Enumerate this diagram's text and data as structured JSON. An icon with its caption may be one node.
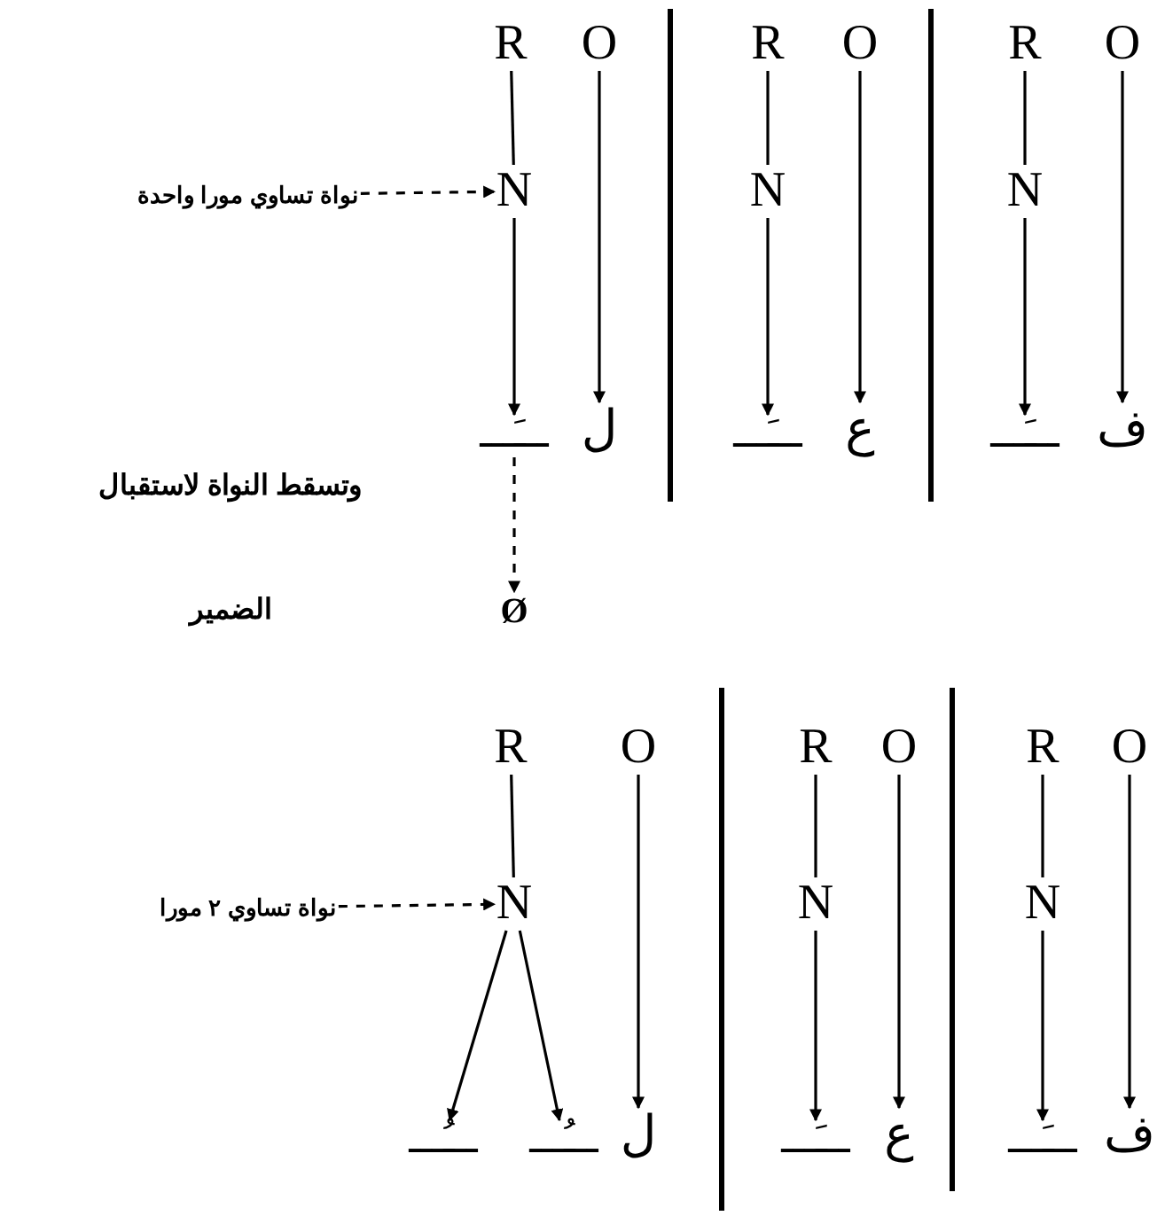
{
  "diagram": {
    "nodes": [
      {
        "text": [
          "R"
        ]
      },
      {
        "text": [
          "O"
        ]
      },
      {
        "text": [
          "N"
        ]
      },
      {
        "text": [
          "نواة تساوي مورا واحدة"
        ]
      },
      {
        "text": [
          "ـــَـــ"
        ]
      },
      {
        "text": [
          "ل"
        ]
      },
      {
        "text": [
          "R"
        ]
      },
      {
        "text": [
          "O"
        ]
      },
      {
        "text": [
          "N"
        ]
      },
      {
        "text": [
          "ـــَـــ"
        ]
      },
      {
        "text": [
          "ع"
        ]
      },
      {
        "text": [
          "R"
        ]
      },
      {
        "text": [
          "O"
        ]
      },
      {
        "text": [
          "N"
        ]
      },
      {
        "text": [
          "ـــَـــ"
        ]
      },
      {
        "text": [
          "ف"
        ]
      },
      {
        "text": [
          "Ø"
        ]
      },
      {
        "text": [
          "R"
        ]
      },
      {
        "text": [
          "O"
        ]
      },
      {
        "text": [
          "نواة تساوي ٢ مورا"
        ]
      },
      {
        "text": [
          "N"
        ]
      },
      {
        "text": [
          "ـــُـــ"
        ]
      },
      {
        "text": [
          "ـــُـــ"
        ]
      },
      {
        "text": [
          "ل"
        ]
      },
      {
        "text": [
          "R"
        ]
      },
      {
        "text": [
          "O"
        ]
      },
      {
        "text": [
          "N"
        ]
      },
      {
        "text": [
          "ـــَـــ"
        ]
      },
      {
        "text": [
          "ع"
        ]
      },
      {
        "text": [
          "R"
        ]
      },
      {
        "text": [
          "O"
        ]
      },
      {
        "text": [
          "N"
        ]
      },
      {
        "text": [
          "ـــَـــ"
        ]
      },
      {
        "text": [
          "ف"
        ]
      }
    ],
    "edges": [
      {
        "from": 0,
        "to": 2,
        "arrow": "none"
      },
      {
        "from": 2,
        "to": 4,
        "arrow": "to"
      },
      {
        "from": 1,
        "to": 5,
        "arrow": "to"
      },
      {
        "from": 3,
        "to": 2,
        "arrow": "to",
        "style": "dashed"
      },
      {
        "from": 6,
        "to": 8,
        "arrow": "none"
      },
      {
        "from": 8,
        "to": 9,
        "arrow": "to"
      },
      {
        "from": 7,
        "to": 10,
        "arrow": "to"
      },
      {
        "from": 11,
        "to": 13,
        "arrow": "none"
      },
      {
        "from": 13,
        "to": 14,
        "arrow": "to"
      },
      {
        "from": 12,
        "to": 15,
        "arrow": "to"
      },
      {
        "from": 4,
        "to": 16,
        "arrow": "to",
        "style": "dashed"
      },
      {
        "from": 17,
        "to": 20,
        "arrow": "none"
      },
      {
        "from": 19,
        "to": 20,
        "arrow": "to",
        "style": "dashed"
      },
      {
        "from": 20,
        "to": 21,
        "arrow": "to"
      },
      {
        "from": 20,
        "to": 22,
        "arrow": "to"
      },
      {
        "from": 18,
        "to": 23,
        "arrow": "to"
      },
      {
        "from": 24,
        "to": 26,
        "arrow": "none"
      },
      {
        "from": 26,
        "to": 27,
        "arrow": "to"
      },
      {
        "from": 25,
        "to": 28,
        "arrow": "to"
      },
      {
        "from": 29,
        "to": 31,
        "arrow": "none"
      },
      {
        "from": 31,
        "to": 32,
        "arrow": "to"
      },
      {
        "from": 30,
        "to": 33,
        "arrow": "to"
      }
    ],
    "labels": [
      "وتسقط النواة لاستقبال",
      "الضمير"
    ]
  }
}
